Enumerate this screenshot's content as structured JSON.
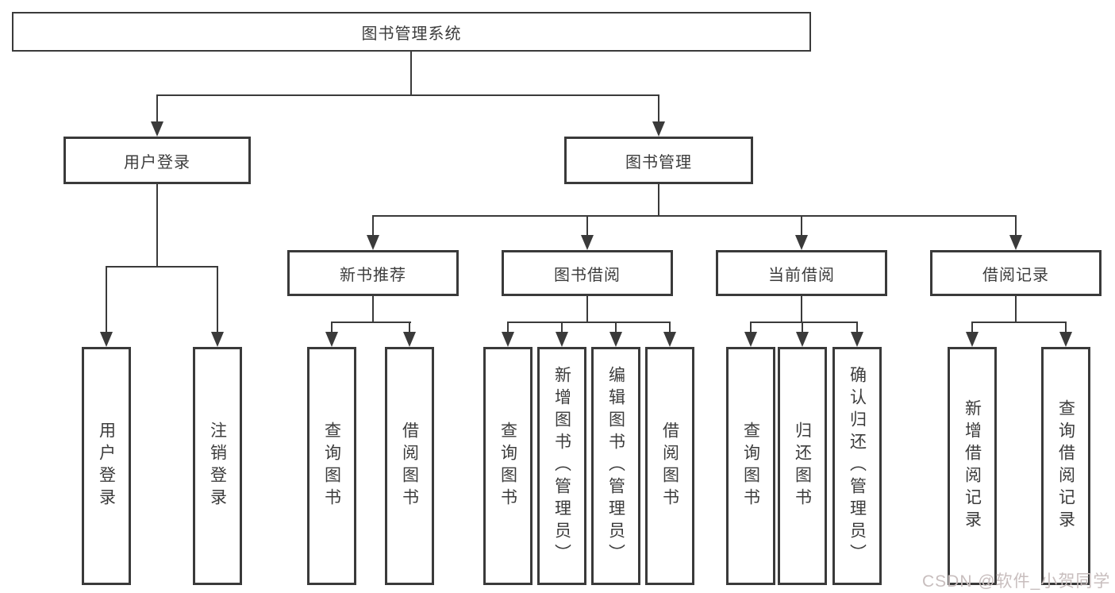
{
  "tree": {
    "root": {
      "label": "图书管理系统"
    },
    "children": [
      {
        "label": "用户登录",
        "children": [
          {
            "label": "用户登录"
          },
          {
            "label": "注销登录"
          }
        ]
      },
      {
        "label": "图书管理",
        "children": [
          {
            "label": "新书推荐",
            "children": [
              {
                "label": "查询图书"
              },
              {
                "label": "借阅图书"
              }
            ]
          },
          {
            "label": "图书借阅",
            "children": [
              {
                "label": "查询图书"
              },
              {
                "label": "新增图书（管理员）"
              },
              {
                "label": "编辑图书（管理员）"
              },
              {
                "label": "借阅图书"
              }
            ]
          },
          {
            "label": "当前借阅",
            "children": [
              {
                "label": "查询图书"
              },
              {
                "label": "归还图书"
              },
              {
                "label": "确认归还（管理员）"
              }
            ]
          },
          {
            "label": "借阅记录",
            "children": [
              {
                "label": "新增借阅记录"
              },
              {
                "label": "查询借阅记录"
              }
            ]
          }
        ]
      }
    ]
  },
  "watermark": {
    "text": "CSDN @软件_小贺同学"
  },
  "colors": {
    "line": "#3a3a3a",
    "text": "#3c3c3c",
    "background": "#ffffff",
    "watermark": "#c8bebe"
  }
}
